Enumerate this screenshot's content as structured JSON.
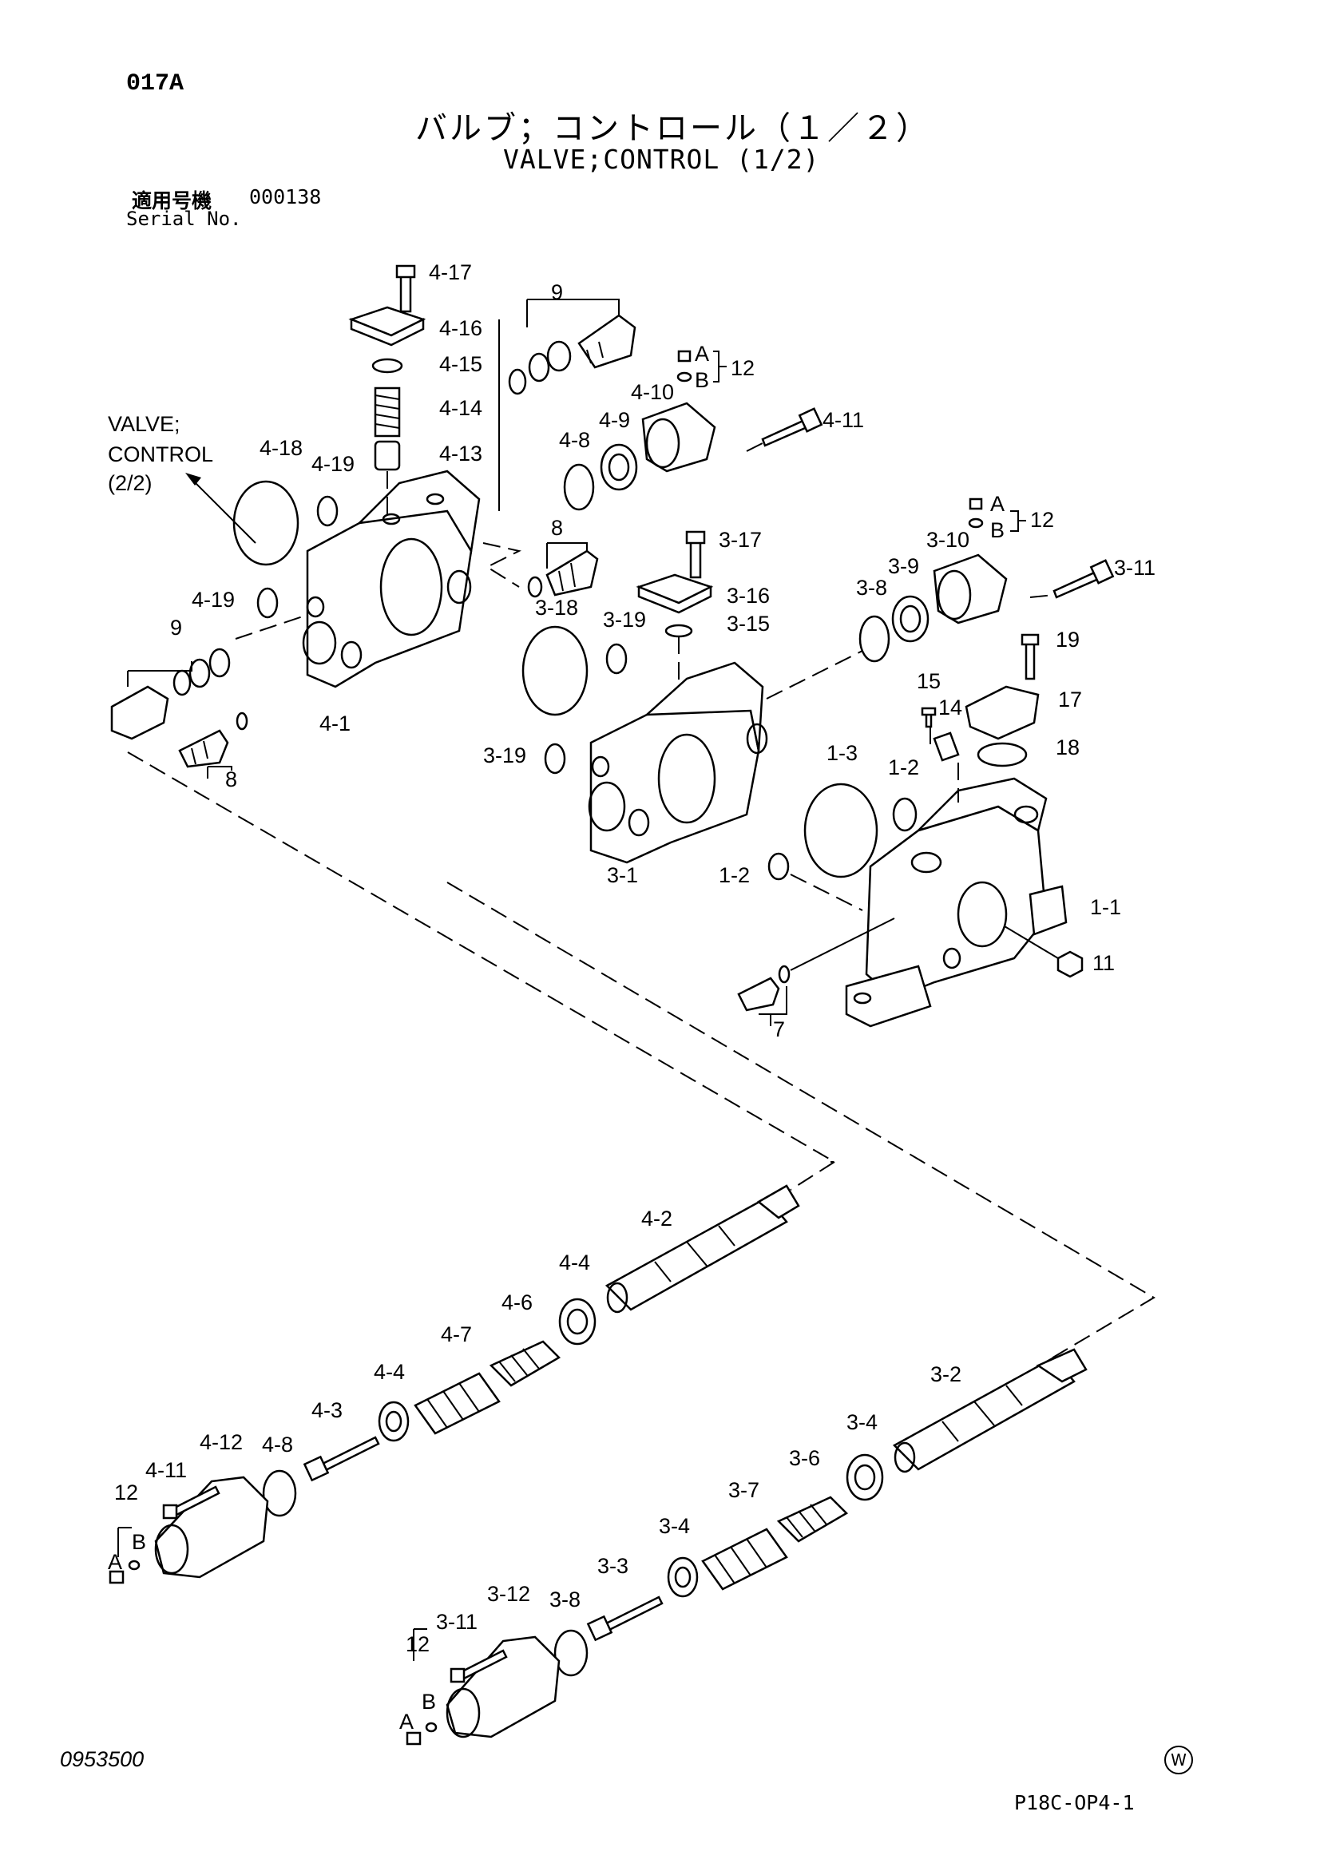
{
  "header": {
    "page_code": "017A",
    "title_ja": "バルブ；コントロール（１／２）",
    "title_en": "VALVE;CONTROL (1/2)",
    "serial_label_ja": "適用号機",
    "serial_number": "000138",
    "serial_label_en": "Serial No."
  },
  "callout": {
    "line1": "VALVE;",
    "line2": "CONTROL",
    "line3": "(2/2)"
  },
  "part_labels": [
    {
      "id": "4-17",
      "text": "4-17"
    },
    {
      "id": "4-16",
      "text": "4-16"
    },
    {
      "id": "4-15",
      "text": "4-15"
    },
    {
      "id": "4-14",
      "text": "4-14"
    },
    {
      "id": "4-13",
      "text": "4-13"
    },
    {
      "id": "4-18",
      "text": "4-18"
    },
    {
      "id": "4-19a",
      "text": "4-19"
    },
    {
      "id": "4-19b",
      "text": "4-19"
    },
    {
      "id": "4-1",
      "text": "4-1"
    },
    {
      "id": "9a",
      "text": "9"
    },
    {
      "id": "9b",
      "text": "9"
    },
    {
      "id": "8a",
      "text": "8"
    },
    {
      "id": "8b",
      "text": "8"
    },
    {
      "id": "4-10",
      "text": "4-10"
    },
    {
      "id": "4-11",
      "text": "4-11"
    },
    {
      "id": "4-9",
      "text": "4-9"
    },
    {
      "id": "4-8",
      "text": "4-8"
    },
    {
      "id": "A1",
      "text": "A"
    },
    {
      "id": "B1",
      "text": "B"
    },
    {
      "id": "12a",
      "text": "12"
    },
    {
      "id": "3-17",
      "text": "3-17"
    },
    {
      "id": "3-16",
      "text": "3-16"
    },
    {
      "id": "3-15",
      "text": "3-15"
    },
    {
      "id": "3-18",
      "text": "3-18"
    },
    {
      "id": "3-19a",
      "text": "3-19"
    },
    {
      "id": "3-19b",
      "text": "3-19"
    },
    {
      "id": "3-1",
      "text": "3-1"
    },
    {
      "id": "3-8",
      "text": "3-8"
    },
    {
      "id": "3-9",
      "text": "3-9"
    },
    {
      "id": "3-10",
      "text": "3-10"
    },
    {
      "id": "3-11",
      "text": "3-11"
    },
    {
      "id": "A2",
      "text": "A"
    },
    {
      "id": "B2",
      "text": "B"
    },
    {
      "id": "12b",
      "text": "12"
    },
    {
      "id": "19",
      "text": "19"
    },
    {
      "id": "17",
      "text": "17"
    },
    {
      "id": "18",
      "text": "18"
    },
    {
      "id": "15",
      "text": "15"
    },
    {
      "id": "14",
      "text": "14"
    },
    {
      "id": "1-3",
      "text": "1-3"
    },
    {
      "id": "1-2a",
      "text": "1-2"
    },
    {
      "id": "1-2b",
      "text": "1-2"
    },
    {
      "id": "1-1",
      "text": "1-1"
    },
    {
      "id": "11",
      "text": "11"
    },
    {
      "id": "7",
      "text": "7"
    },
    {
      "id": "4-2",
      "text": "4-2"
    },
    {
      "id": "4-4a",
      "text": "4-4"
    },
    {
      "id": "4-6",
      "text": "4-6"
    },
    {
      "id": "4-7",
      "text": "4-7"
    },
    {
      "id": "4-4b",
      "text": "4-4"
    },
    {
      "id": "4-3",
      "text": "4-3"
    },
    {
      "id": "4-12",
      "text": "4-12"
    },
    {
      "id": "4-8b",
      "text": "4-8"
    },
    {
      "id": "4-11b",
      "text": "4-11"
    },
    {
      "id": "12c",
      "text": "12"
    },
    {
      "id": "A3",
      "text": "A"
    },
    {
      "id": "B3",
      "text": "B"
    },
    {
      "id": "3-2",
      "text": "3-2"
    },
    {
      "id": "3-4a",
      "text": "3-4"
    },
    {
      "id": "3-6",
      "text": "3-6"
    },
    {
      "id": "3-7",
      "text": "3-7"
    },
    {
      "id": "3-4b",
      "text": "3-4"
    },
    {
      "id": "3-3",
      "text": "3-3"
    },
    {
      "id": "3-12",
      "text": "3-12"
    },
    {
      "id": "3-8b",
      "text": "3-8"
    },
    {
      "id": "3-11b",
      "text": "3-11"
    },
    {
      "id": "12d",
      "text": "12"
    },
    {
      "id": "A4",
      "text": "A"
    },
    {
      "id": "B4",
      "text": "B"
    }
  ],
  "footer": {
    "doc_number": "0953500",
    "watermark_symbol": "W",
    "figure_code": "P18C-OP4-1"
  }
}
